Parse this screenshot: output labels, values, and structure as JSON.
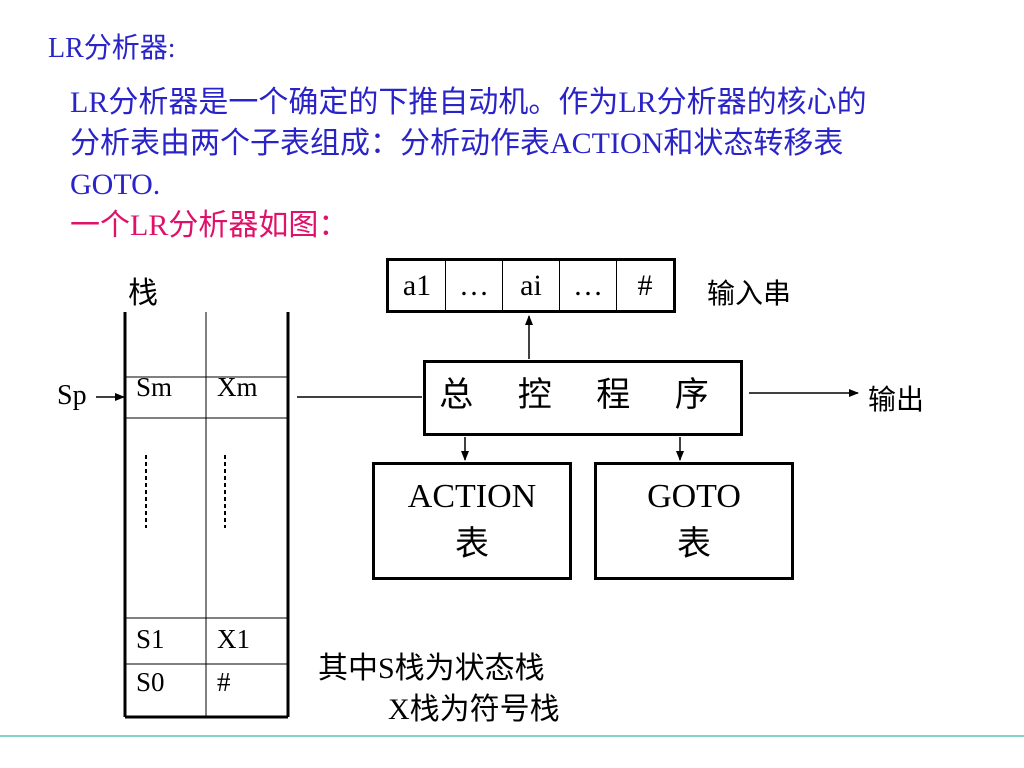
{
  "heading": "LR分析器:",
  "paragraph": {
    "line1": "LR分析器是一个确定的下推自动机。作为LR分析器的核心的",
    "line2": "分析表由两个子表组成：分析动作表ACTION和状态转移表",
    "line3": "GOTO.",
    "line4": "一个LR分析器如图："
  },
  "diagram": {
    "stack_label": "栈",
    "sp_label": "Sp",
    "stack_rows": [
      {
        "s": "Sm",
        "x": "Xm"
      },
      {
        "s": "S1",
        "x": "X1"
      },
      {
        "s": "S0",
        "x": "#"
      }
    ],
    "input_cells": [
      "a1",
      "…",
      "ai",
      "…",
      "#"
    ],
    "input_label": "输入串",
    "control_label": "总 控 程 序",
    "output_label": "输出",
    "action_table": {
      "line1": "ACTION",
      "line2": "表"
    },
    "goto_table": {
      "line1": "GOTO",
      "line2": "表"
    },
    "note": {
      "line1": "其中S栈为状态栈",
      "line2": "X栈为符号栈"
    }
  },
  "colors": {
    "text_blue": "#2a24c8",
    "accent_pink": "#e0116a",
    "rule_teal": "#7fd3c8"
  }
}
